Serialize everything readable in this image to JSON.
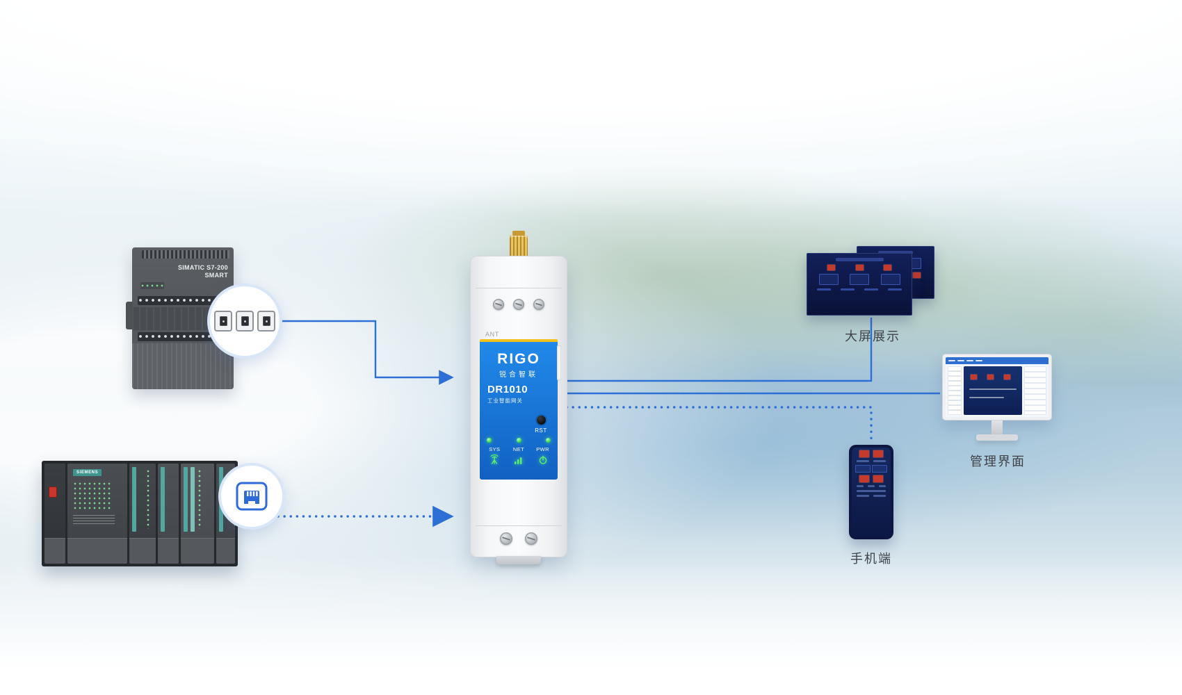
{
  "colors": {
    "wire_blue": "#2e6fd6",
    "gateway_panel_blue": "#1a74d4",
    "accent_yellow": "#f2c21c",
    "led_green": "#35d04b",
    "dashboard_navy": "#0c1744",
    "caption_text": "#3c4248"
  },
  "plc_top": {
    "label_line1": "SIMATIC S7-200",
    "label_line2": "SMART"
  },
  "plc_bottom": {
    "brand": "SIEMENS"
  },
  "gateway": {
    "ant_label": "ANT",
    "brand": "RIGO",
    "brand_cn": "锐合智联",
    "model": "DR1010",
    "subtitle": "工业智能网关",
    "rst_label": "RST",
    "leds": [
      "SYS",
      "NET",
      "PWR"
    ]
  },
  "endpoints": {
    "big_screen_label": "大屏展示",
    "monitor_label": "管理界面",
    "phone_label": "手机端"
  }
}
